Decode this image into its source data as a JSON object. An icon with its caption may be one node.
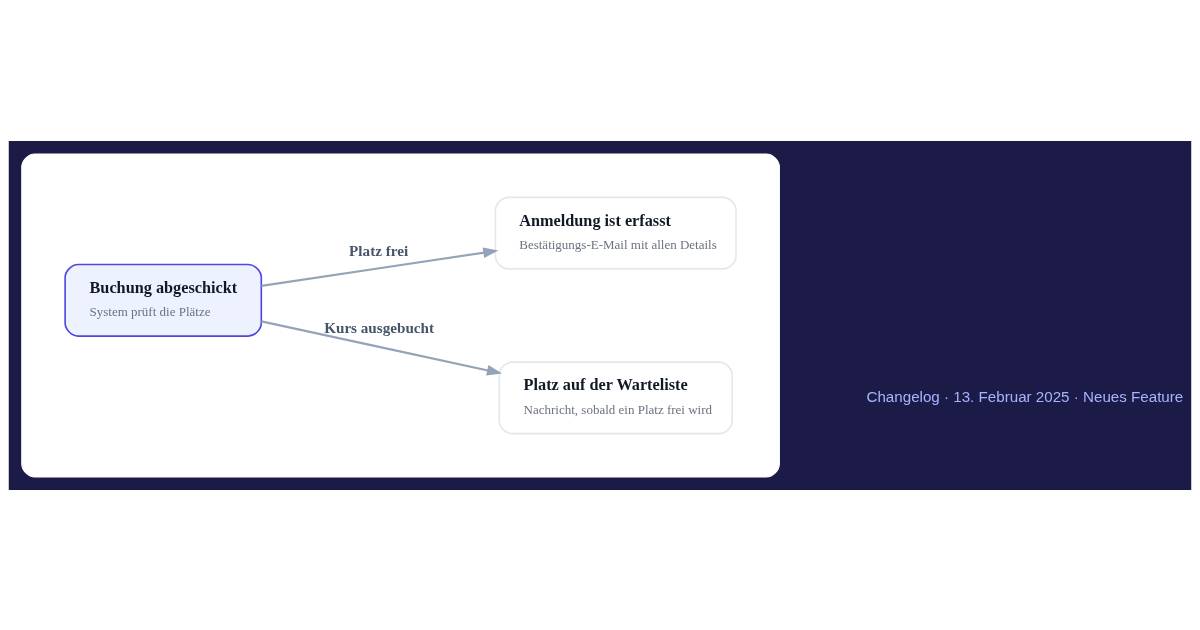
{
  "diagram": {
    "nodes": [
      {
        "text": [],
        "shape": "box"
      },
      {
        "text": [
          "Buchung abgeschickt",
          "System prüft die Plätze"
        ],
        "in": 0
      },
      {
        "text": [
          "Anmeldung ist erfasst",
          "Bestätigungs-E-Mail mit allen Details"
        ],
        "in": 0
      },
      {
        "text": [
          "Platz auf der Warteliste",
          "Nachricht, sobald ein Platz frei wird"
        ],
        "in": 0
      }
    ],
    "edges": [
      {
        "from": 1,
        "to": 2,
        "arrow": "to",
        "label": "Platz frei"
      },
      {
        "from": 1,
        "to": 3,
        "arrow": "to",
        "label": "Kurs ausgebucht"
      }
    ],
    "labels": [
      "Changelog · 13. Februar 2025 · Neues Feature"
    ]
  }
}
